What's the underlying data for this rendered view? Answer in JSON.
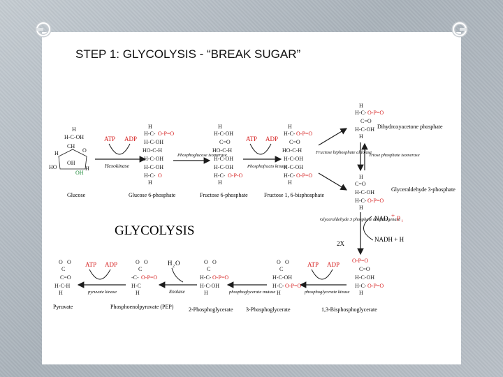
{
  "slide": {
    "title": "STEP 1: GLYCOLYSIS -  “BREAK SUGAR”"
  },
  "diagram": {
    "heading": "GLYCOLYSIS",
    "multiplier": "2X",
    "molecules": {
      "glucose": "Glucose",
      "g6p": "Glucose 6-phosphate",
      "f6p": "Fructose 6-phosphate",
      "f16bp": "Fructose 1, 6-bisphosphate",
      "dhap": "Dihydroxyacetone phosphate",
      "g3p": "Glyceraldehyde 3-phosphate",
      "bpg13": "1,3-Bisphosphoglycerate",
      "pg3": "3-Phosphoglycerate",
      "pg2": "2-Phosphoglycerate",
      "pep": "Phosphoenolpyruvate (PEP)",
      "pyruvate": "Pyruvate"
    },
    "enzymes": {
      "hexokinase": "Hexokinase",
      "pgi": "Phosphoglucose isomerase",
      "pfk": "Phosphofructo kinase",
      "aldolase": "Fructose biphosphate aldolase",
      "tpi": "Triose phosphate isomerase",
      "gapdh": "Glyceraldehyde 3 phosphate dehydrogenase",
      "pgk": "phosphoglycerate kinase",
      "pgm": "phosphoglycerate mutase",
      "enolase": "Enolase",
      "pk": "pyruvate kinase"
    },
    "cofactors": {
      "atp": "ATP",
      "adp": "ADP",
      "nad": "NAD",
      "plus": "+",
      "pi": "P",
      "pi_sub": "i",
      "nadh": "NADH + H",
      "h2o": "H",
      "h2o_sub": "2",
      "h2o_o": "O"
    },
    "colors": {
      "arrow": "#1c1c1c",
      "cofactor": "#d62020",
      "carbon_h": "#1a1a1a",
      "phosphate": "#d62020",
      "oxygen_green": "#1f8a3a",
      "enzyme_text": "#222222"
    }
  }
}
